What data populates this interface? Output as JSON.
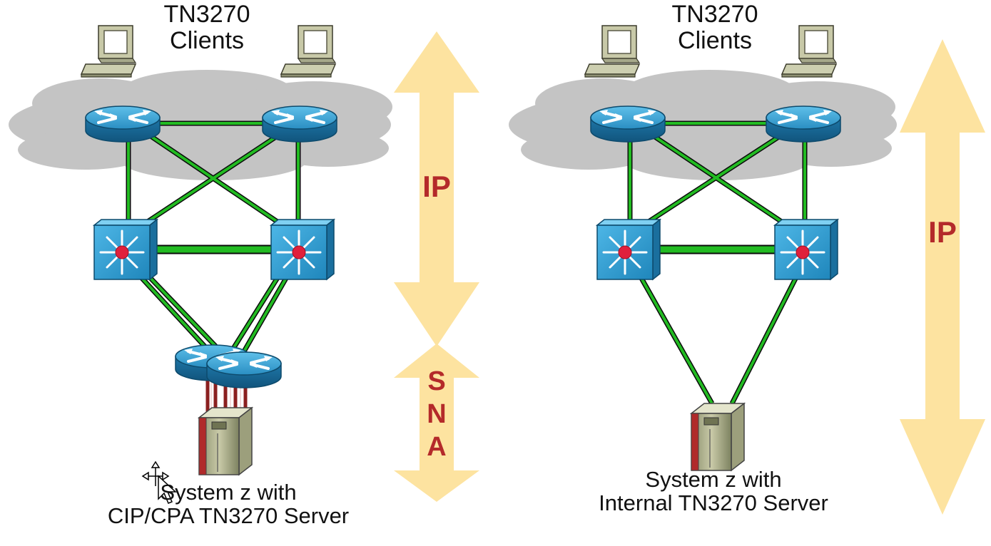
{
  "left_panel": {
    "clients_title_line1": "TN3270",
    "clients_title_line2": "Clients",
    "host_caption_line1": "System z with",
    "host_caption_line2": "CIP/CPA TN3270 Server",
    "arrows": [
      {
        "label": "IP"
      },
      {
        "label_letters": [
          "S",
          "N",
          "A"
        ]
      }
    ]
  },
  "right_panel": {
    "clients_title_line1": "TN3270",
    "clients_title_line2": "Clients",
    "host_caption_line1": "System z with",
    "host_caption_line2": "Internal TN3270 Server",
    "arrows": [
      {
        "label": "IP"
      }
    ]
  },
  "colors": {
    "link_green": "#22bb22",
    "router_blue": "#2b8fc0",
    "switch_blue": "#2a96c8",
    "cloud_gray": "#c4c4c4",
    "arrow_yellow": "#fde3a0",
    "protocol_text": "#b42a2a",
    "sna_channel_red": "#8b2020"
  },
  "icons": [
    "workstation-icon",
    "router-icon",
    "multilayer-switch-icon",
    "mainframe-icon",
    "move-cursor-icon",
    "arrow-pointer-icon"
  ]
}
